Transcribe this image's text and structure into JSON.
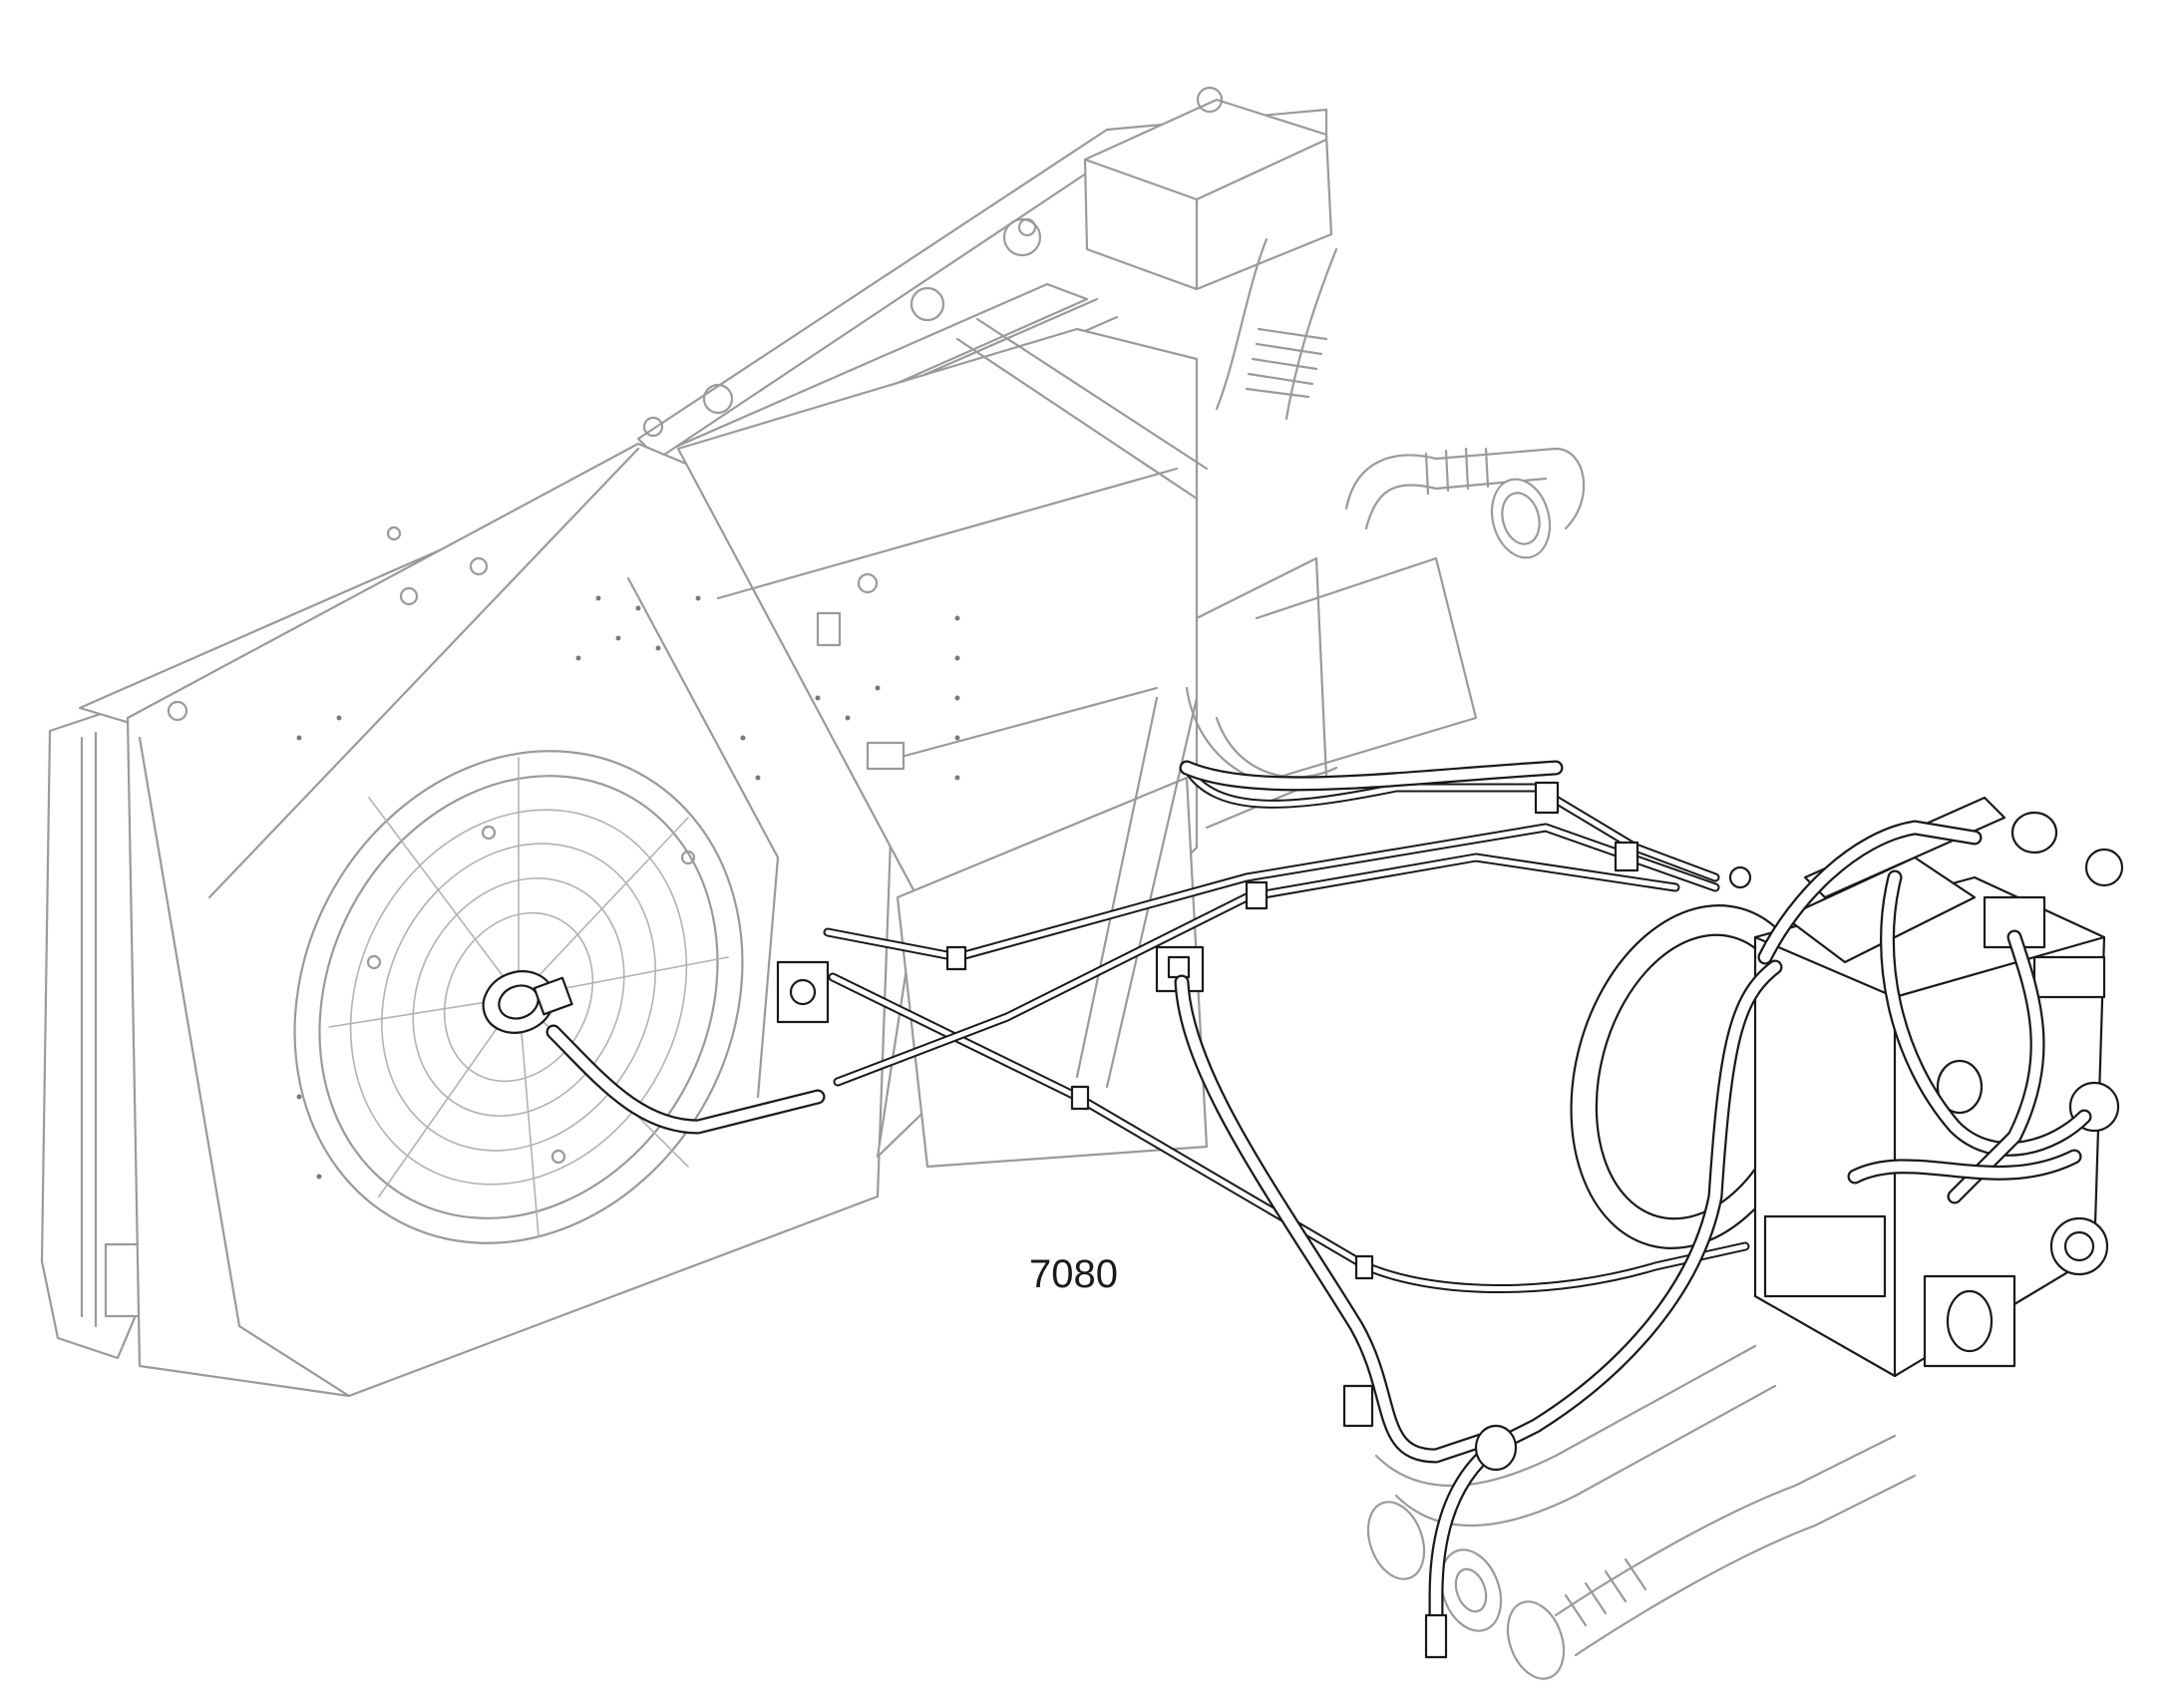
{
  "diagram": {
    "callouts": [
      {
        "id": "callout-7080",
        "text": "7080"
      }
    ],
    "colors": {
      "background": "#ffffff",
      "highlight_line": "#1a1a1a",
      "ghost_line": "#9a9a9a"
    },
    "components": [
      {
        "name": "cooling-radiator-frame",
        "style": "ghost"
      },
      {
        "name": "cooling-fan-guard",
        "style": "ghost"
      },
      {
        "name": "engine-air-intake-ducts",
        "style": "ghost"
      },
      {
        "name": "hydraulic-pump-assembly",
        "style": "highlighted"
      },
      {
        "name": "hydraulic-hoses",
        "style": "highlighted"
      },
      {
        "name": "hydraulic-pipes",
        "style": "highlighted"
      }
    ]
  }
}
